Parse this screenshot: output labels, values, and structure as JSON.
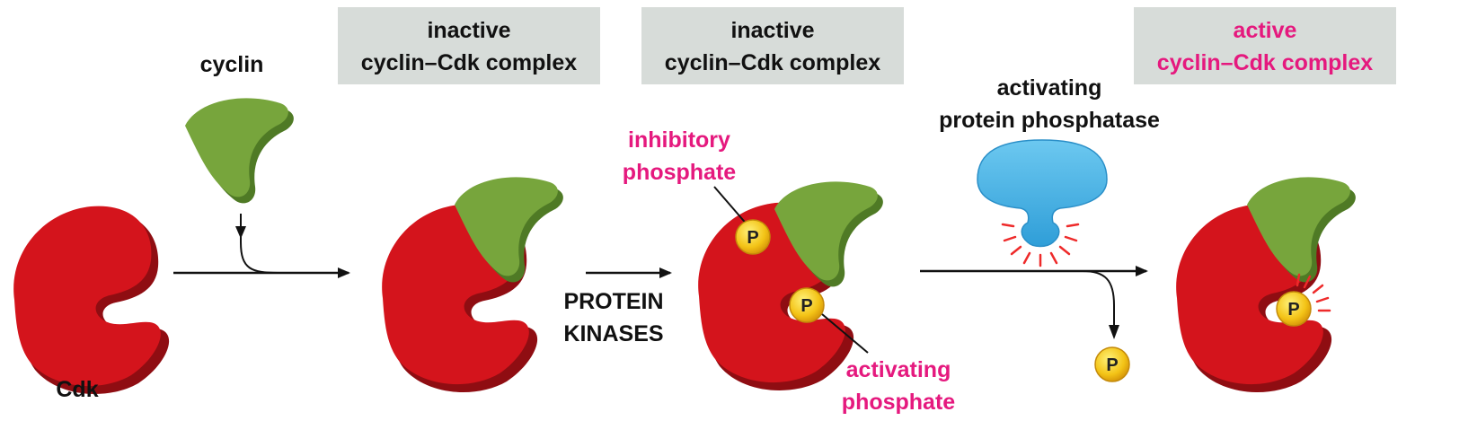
{
  "labels": {
    "cdk": "Cdk",
    "cyclin": "cyclin",
    "box1_line1": "inactive",
    "box1_line2": "cyclin–Cdk complex",
    "box2_line1": "inactive",
    "box2_line2": "cyclin–Cdk complex",
    "box3_line1": "active",
    "box3_line2": "cyclin–Cdk complex",
    "kinases_line1": "PROTEIN",
    "kinases_line2": "KINASES",
    "inhibitory_line1": "inhibitory",
    "inhibitory_line2": "phosphate",
    "activating_line1": "activating",
    "activating_line2": "phosphate",
    "phosphatase_line1": "activating",
    "phosphatase_line2": "protein phosphatase",
    "phosphate_symbol": "P"
  },
  "colors": {
    "cdk_red": "#d4141c",
    "cdk_dark": "#8f0d12",
    "cyclin_green": "#77a53c",
    "cyclin_dark": "#4f7a25",
    "phosphatase_blue": "#3aaee3",
    "phosphate_yellow": "#f3c316",
    "label_box": "#d7dcd9",
    "magenta": "#e5197e",
    "burst_red": "#ee2a2a"
  }
}
